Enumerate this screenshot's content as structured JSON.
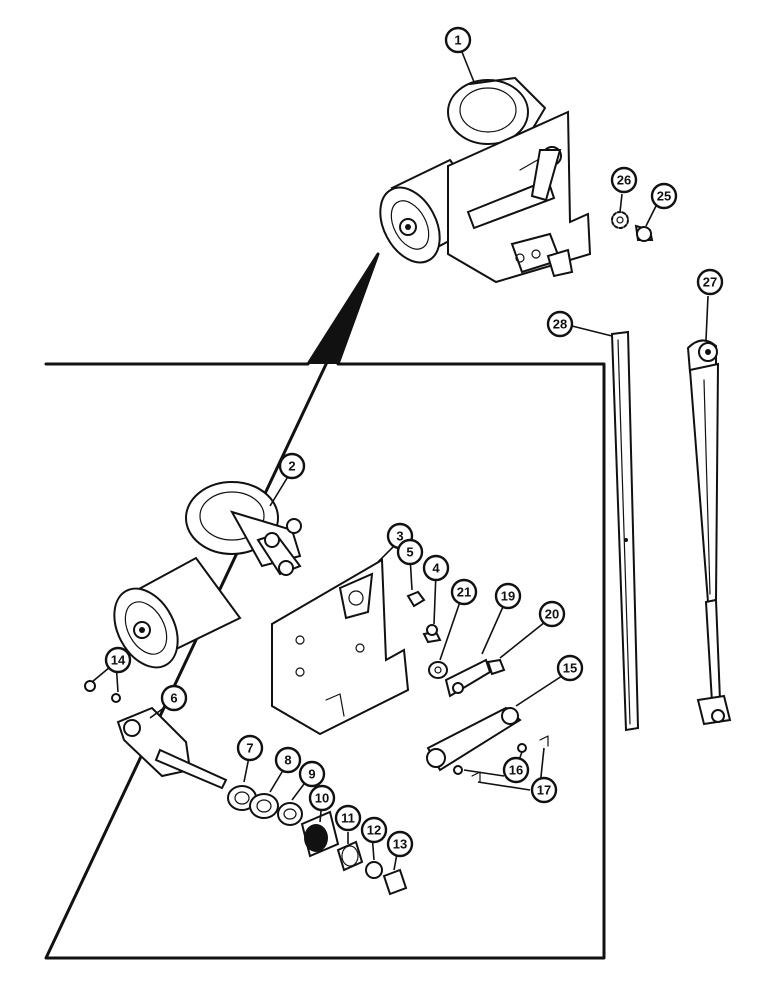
{
  "callouts": [
    {
      "id": "c1",
      "label": "1"
    },
    {
      "id": "c2",
      "label": "2"
    },
    {
      "id": "c3",
      "label": "3"
    },
    {
      "id": "c4",
      "label": "4"
    },
    {
      "id": "c5",
      "label": "5"
    },
    {
      "id": "c6",
      "label": "6"
    },
    {
      "id": "c7",
      "label": "7"
    },
    {
      "id": "c8",
      "label": "8"
    },
    {
      "id": "c9",
      "label": "9"
    },
    {
      "id": "c10",
      "label": "10"
    },
    {
      "id": "c11",
      "label": "11"
    },
    {
      "id": "c12",
      "label": "12"
    },
    {
      "id": "c13",
      "label": "13"
    },
    {
      "id": "c14",
      "label": "14"
    },
    {
      "id": "c15",
      "label": "15"
    },
    {
      "id": "c16",
      "label": "16"
    },
    {
      "id": "c17",
      "label": "17"
    },
    {
      "id": "c19",
      "label": "19"
    },
    {
      "id": "c20",
      "label": "20"
    },
    {
      "id": "c21",
      "label": "21"
    },
    {
      "id": "c25",
      "label": "25"
    },
    {
      "id": "c26",
      "label": "26"
    },
    {
      "id": "c27",
      "label": "27"
    },
    {
      "id": "c28",
      "label": "28"
    }
  ]
}
